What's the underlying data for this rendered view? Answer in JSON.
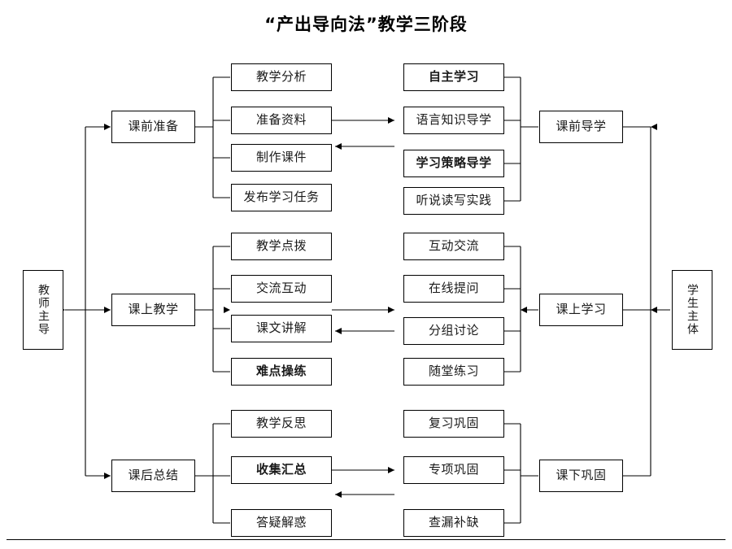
{
  "title": "“产出导向法”教学三阶段",
  "nodes": {
    "teacher_lead": "教师主导",
    "student_body": "学生主体",
    "stage1": "课前准备",
    "stage2": "课上教学",
    "stage3": "课后总结",
    "guide1": "课前导学",
    "guide2": "课上学习",
    "guide3": "课下巩固"
  },
  "group1_teacher": [
    "教学分析",
    "准备资料",
    "制作课件",
    "发布学习任务"
  ],
  "group1_student": [
    "自主学习",
    "语言知识导学",
    "学习策略导学",
    "听说读写实践"
  ],
  "group2_teacher": [
    "教学点拨",
    "交流互动",
    "课文讲解",
    "难点操练"
  ],
  "group2_student": [
    "互动交流",
    "在线提问",
    "分组讨论",
    "随堂练习"
  ],
  "group3_teacher": [
    "教学反思",
    "收集汇总",
    "答疑解惑"
  ],
  "group3_student": [
    "复习巩固",
    "专项巩固",
    "查漏补缺"
  ]
}
